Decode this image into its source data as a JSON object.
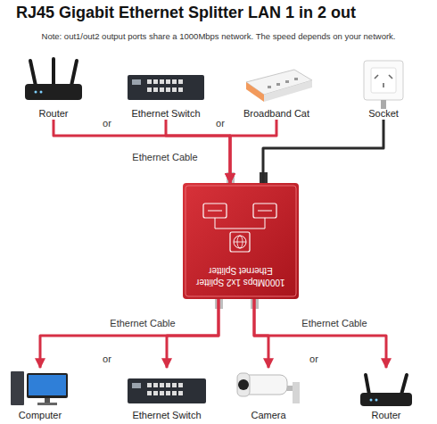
{
  "diagram": {
    "title": "RJ45 Gigabit Ethernet Splitter LAN 1 in 2 out",
    "nodes": [
      {
        "text": [
          "Router"
        ]
      },
      {
        "text": [
          "Ethernet Switch"
        ]
      },
      {
        "text": [
          "Broadband Cat"
        ]
      },
      {
        "text": [
          "Socket"
        ]
      },
      {
        "text": [
          "Ethernet Splitter",
          "1000Mbps 1x2 Splitter"
        ]
      },
      {
        "text": [
          "Computer"
        ]
      },
      {
        "text": [
          "Ethernet Switch"
        ]
      },
      {
        "text": [
          "Camera"
        ]
      },
      {
        "text": [
          "Router"
        ]
      }
    ],
    "edges": [
      {
        "from": 0,
        "to": 4,
        "arrow": "to"
      },
      {
        "from": 1,
        "to": 4,
        "arrow": "to"
      },
      {
        "from": 2,
        "to": 4,
        "arrow": "to"
      },
      {
        "from": 3,
        "to": 4,
        "arrow": "none"
      },
      {
        "from": 4,
        "to": 5,
        "arrow": "to"
      },
      {
        "from": 4,
        "to": 6,
        "arrow": "to"
      },
      {
        "from": 4,
        "to": 7,
        "arrow": "to"
      },
      {
        "from": 4,
        "to": 8,
        "arrow": "to"
      }
    ],
    "labels": [
      "Note: out1/out2 output ports share a 1000Mbps network. The speed depends on your network.",
      "or",
      "or",
      "Ethernet Cable",
      "Ethernet Cable",
      "Ethernet Cable",
      "or",
      "or"
    ]
  }
}
